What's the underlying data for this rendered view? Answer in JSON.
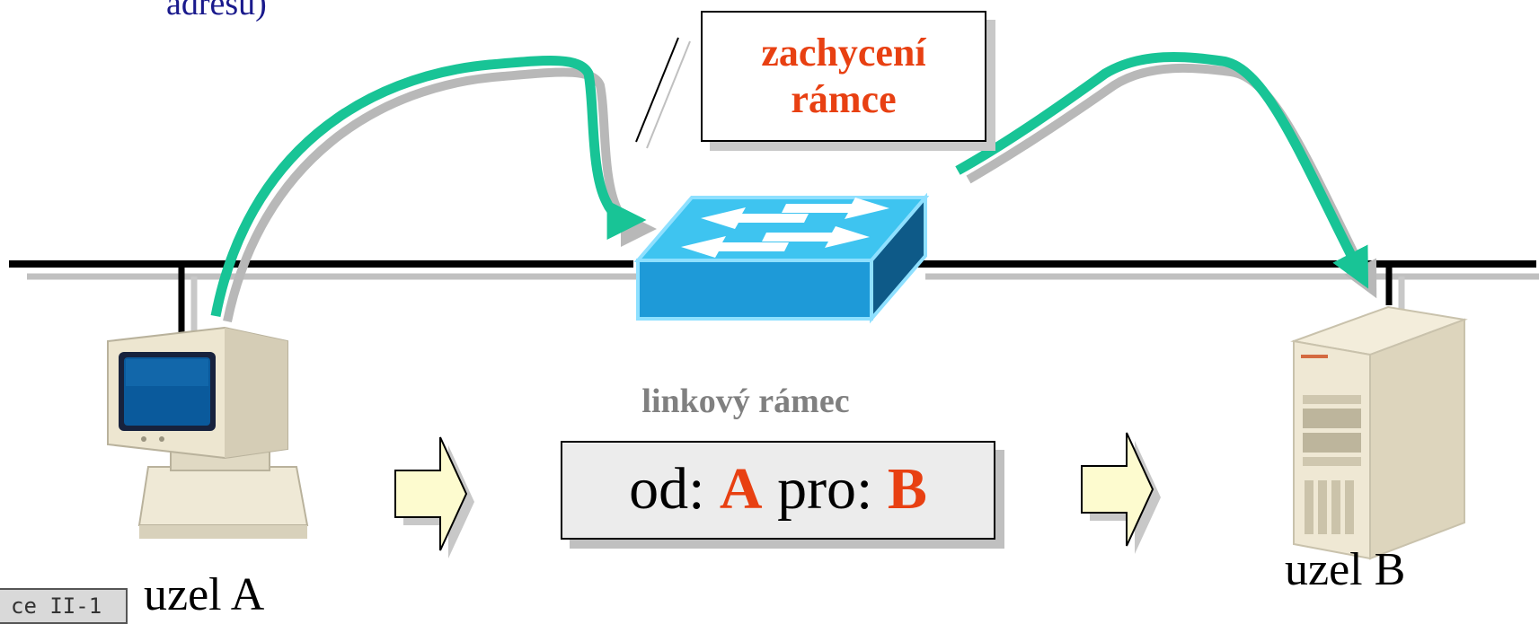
{
  "top_note": "adresu)",
  "capture_label": [
    "zachycení",
    "rámce"
  ],
  "frame_heading": "linkový rámec",
  "frame": {
    "from_label": "od: ",
    "from_addr": "A",
    "to_label": " pro: ",
    "to_addr": "B"
  },
  "node_a_label": "uzel A",
  "node_b_label": "uzel B",
  "slide_tag": "ce II-1",
  "colors": {
    "path": "#18c496",
    "switch_top": "#3ec4f0",
    "switch_side": "#1e86c8",
    "accent": "#e84012",
    "note": "#1a1a8c"
  },
  "icons": [
    "desktop-computer-icon",
    "network-switch-icon",
    "server-tower-icon",
    "right-arrow-icon"
  ]
}
